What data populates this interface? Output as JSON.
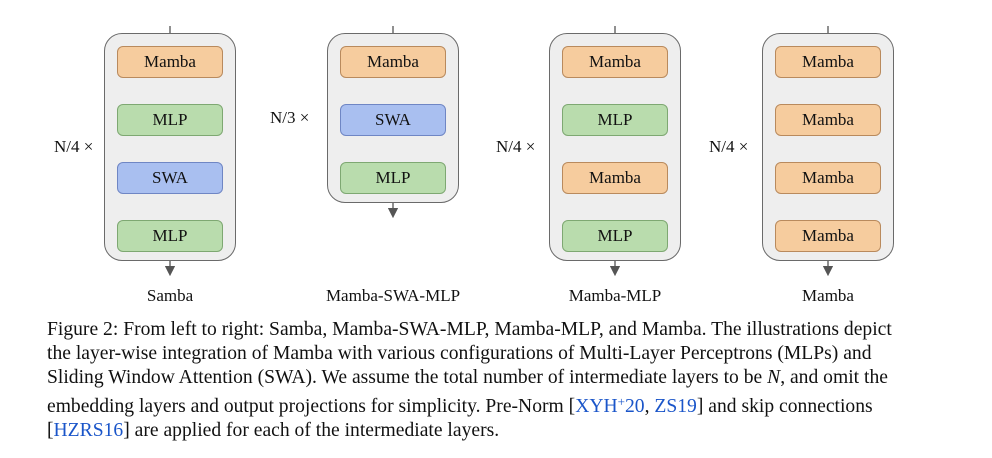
{
  "figure": {
    "architectures": [
      {
        "name": "Samba",
        "repeat": "N/4 ×",
        "blocks": [
          {
            "type": "mamba",
            "label": "Mamba"
          },
          {
            "type": "mlp",
            "label": "MLP"
          },
          {
            "type": "swa",
            "label": "SWA"
          },
          {
            "type": "mlp",
            "label": "MLP"
          }
        ]
      },
      {
        "name": "Mamba-SWA-MLP",
        "repeat": "N/3 ×",
        "blocks": [
          {
            "type": "mamba",
            "label": "Mamba"
          },
          {
            "type": "swa",
            "label": "SWA"
          },
          {
            "type": "mlp",
            "label": "MLP"
          }
        ]
      },
      {
        "name": "Mamba-MLP",
        "repeat": "N/4 ×",
        "blocks": [
          {
            "type": "mamba",
            "label": "Mamba"
          },
          {
            "type": "mlp",
            "label": "MLP"
          },
          {
            "type": "mamba",
            "label": "Mamba"
          },
          {
            "type": "mlp",
            "label": "MLP"
          }
        ]
      },
      {
        "name": "Mamba",
        "repeat": "N/4 ×",
        "blocks": [
          {
            "type": "mamba",
            "label": "Mamba"
          },
          {
            "type": "mamba",
            "label": "Mamba"
          },
          {
            "type": "mamba",
            "label": "Mamba"
          },
          {
            "type": "mamba",
            "label": "Mamba"
          }
        ]
      }
    ],
    "colors": {
      "mamba": "#f6cc9e",
      "mlp": "#b9dcad",
      "swa": "#a9bff0",
      "container": "#eeeeee"
    }
  },
  "caption": {
    "label": "Figure 2:",
    "text1": " From left to right: Samba, Mamba-SWA-MLP, Mamba-MLP, and Mamba. The illustrations depict the layer-wise integration of Mamba with various configurations of Multi-Layer Perceptrons (MLPs) and Sliding Window Attention (SWA). We assume the total number of intermediate layers to be ",
    "math": "N",
    "text2": ", and omit the embedding layers and output projections for simplicity. Pre-Norm [",
    "ref1": "XYH",
    "ref1_sup": "+",
    "ref1_year": "20",
    "sep": ", ",
    "ref2": "ZS19",
    "text3": "] and skip connections [",
    "ref3": "HZRS16",
    "text4": "] are applied for each of the intermediate layers."
  }
}
